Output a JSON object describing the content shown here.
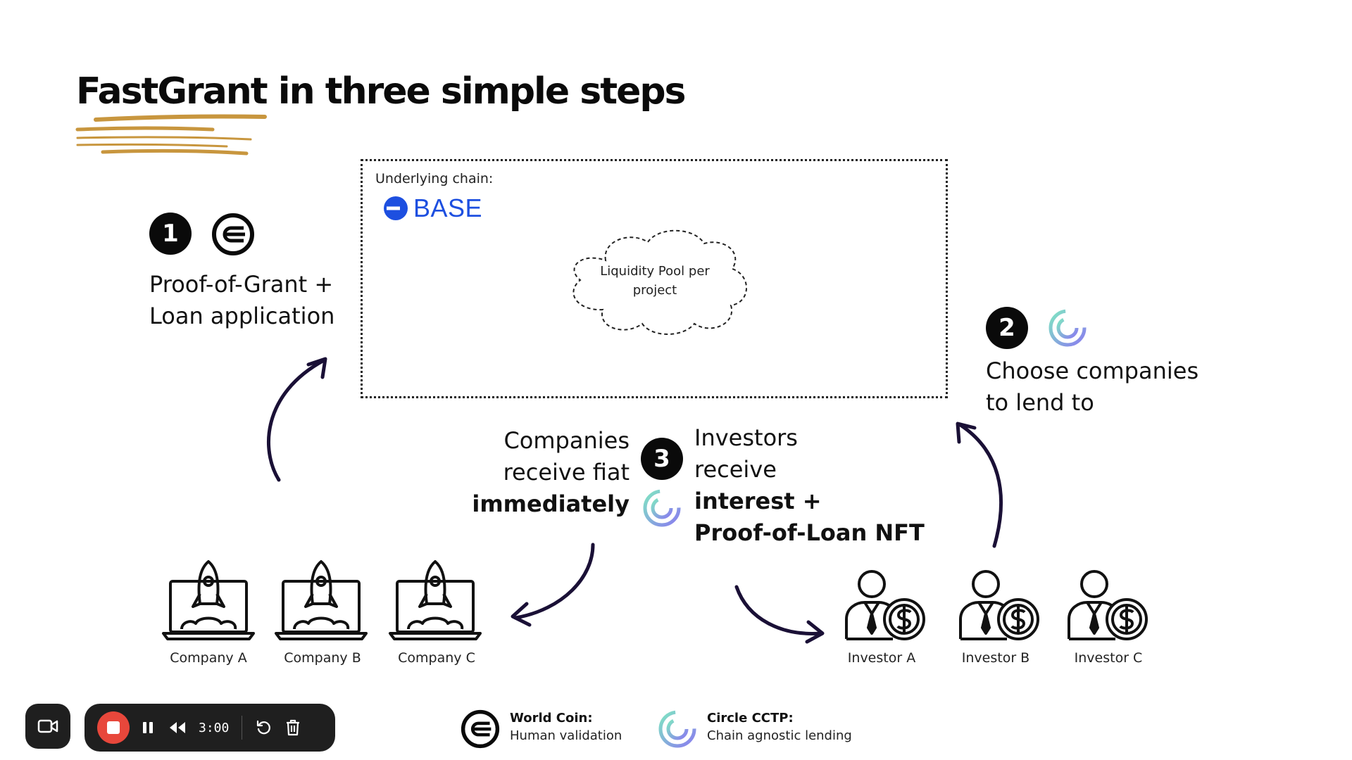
{
  "title": "FastGrant in three simple steps",
  "chain_box": {
    "label": "Underlying chain:",
    "logo_text": "BASE",
    "cloud_text": "Liquidity Pool per project"
  },
  "steps": [
    {
      "number": "1",
      "lines": [
        "Proof-of-Grant +",
        "Loan application"
      ]
    },
    {
      "number": "2",
      "lines": [
        "Choose companies",
        "to lend to"
      ]
    },
    {
      "number": "3",
      "companies_lines": [
        "Companies",
        "receive fiat"
      ],
      "companies_bold": "immediately",
      "investors_lines": [
        "Investors",
        "receive"
      ],
      "investors_bold": [
        "interest +",
        "Proof-of-Loan NFT"
      ]
    }
  ],
  "companies": [
    "Company A",
    "Company  B",
    "Company C"
  ],
  "investors": [
    "Investor A",
    "Investor B",
    "Investor C"
  ],
  "legend": [
    {
      "icon": "worldcoin-icon",
      "title": "World Coin:",
      "desc": "Human validation"
    },
    {
      "icon": "circle-cctp-icon",
      "title": "Circle CCTP:",
      "desc": "Chain agnostic lending"
    }
  ],
  "recorder": {
    "timer": "3:00"
  },
  "colors": {
    "accent_gold": "#c8963e",
    "base_blue": "#1d4fe0",
    "arrow": "#1a1036",
    "recorder_bg": "#1f1f1f",
    "record_red": "#e8473b"
  }
}
